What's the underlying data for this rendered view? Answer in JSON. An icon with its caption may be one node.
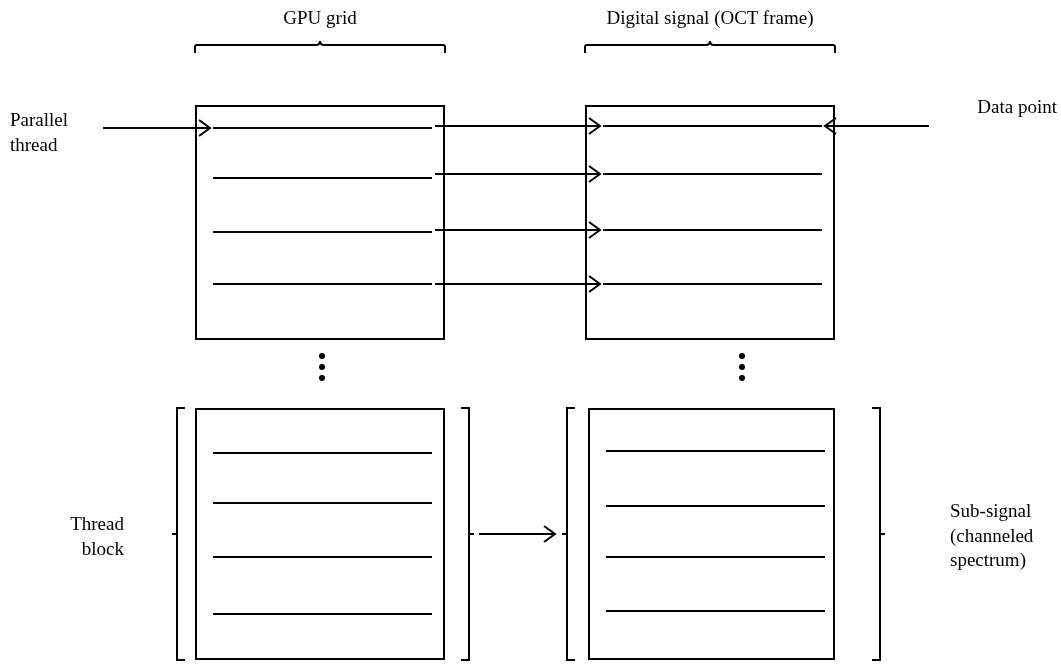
{
  "diagram": {
    "nodes": [
      {
        "text": [
          "GPU grid"
        ]
      },
      {
        "text": [],
        "shape": "line",
        "in": 0
      },
      {
        "text": [],
        "shape": "line",
        "in": 0
      },
      {
        "text": [],
        "shape": "line",
        "in": 0
      },
      {
        "text": [],
        "shape": "line",
        "in": 0
      },
      {
        "text": [
          "Digital signal (OCT frame)"
        ]
      },
      {
        "text": [],
        "shape": "line",
        "in": 5
      },
      {
        "text": [],
        "shape": "line",
        "in": 5
      },
      {
        "text": [],
        "shape": "line",
        "in": 5
      },
      {
        "text": [],
        "shape": "line",
        "in": 5
      },
      {
        "text": [
          "Parallel thread"
        ]
      },
      {
        "text": [
          "Data point"
        ]
      },
      {
        "text": [
          "Thread block"
        ]
      },
      {
        "text": [],
        "shape": "line",
        "in": 12
      },
      {
        "text": [],
        "shape": "line",
        "in": 12
      },
      {
        "text": [],
        "shape": "line",
        "in": 12
      },
      {
        "text": [],
        "shape": "line",
        "in": 12
      },
      {
        "text": [
          "Sub-signal (channeled spectrum)"
        ]
      },
      {
        "text": [],
        "shape": "line",
        "in": 17
      },
      {
        "text": [],
        "shape": "line",
        "in": 17
      },
      {
        "text": [],
        "shape": "line",
        "in": 17
      },
      {
        "text": [],
        "shape": "line",
        "in": 17
      }
    ],
    "edges": [
      {
        "from": 10,
        "to": 1,
        "arrow": "to"
      },
      {
        "from": 1,
        "to": 6,
        "arrow": "to"
      },
      {
        "from": 2,
        "to": 7,
        "arrow": "to"
      },
      {
        "from": 3,
        "to": 8,
        "arrow": "to"
      },
      {
        "from": 4,
        "to": 9,
        "arrow": "to"
      },
      {
        "from": 11,
        "to": 6,
        "arrow": "to"
      },
      {
        "from": 12,
        "to": 17,
        "arrow": "to"
      }
    ]
  }
}
